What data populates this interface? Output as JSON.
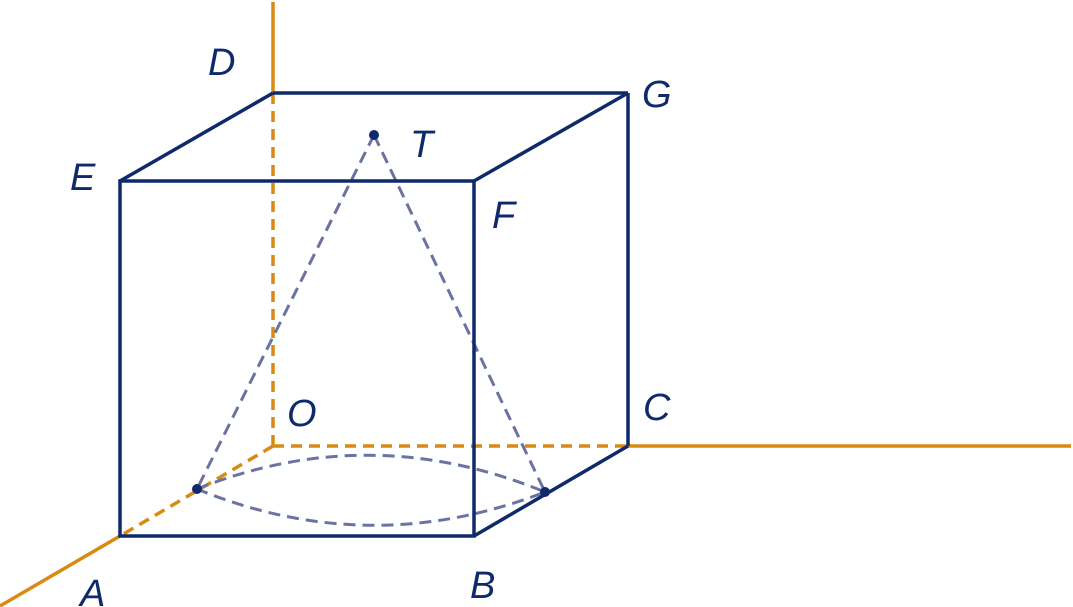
{
  "colors": {
    "edge": "#0e2a6a",
    "axis": "#d98a12",
    "cone": "#6a73a3",
    "label": "#0e2a6a"
  },
  "labels": {
    "D": "D",
    "G": "G",
    "T": "T",
    "E": "E",
    "F": "F",
    "O": "O",
    "C": "C",
    "A": "A",
    "B": "B"
  }
}
